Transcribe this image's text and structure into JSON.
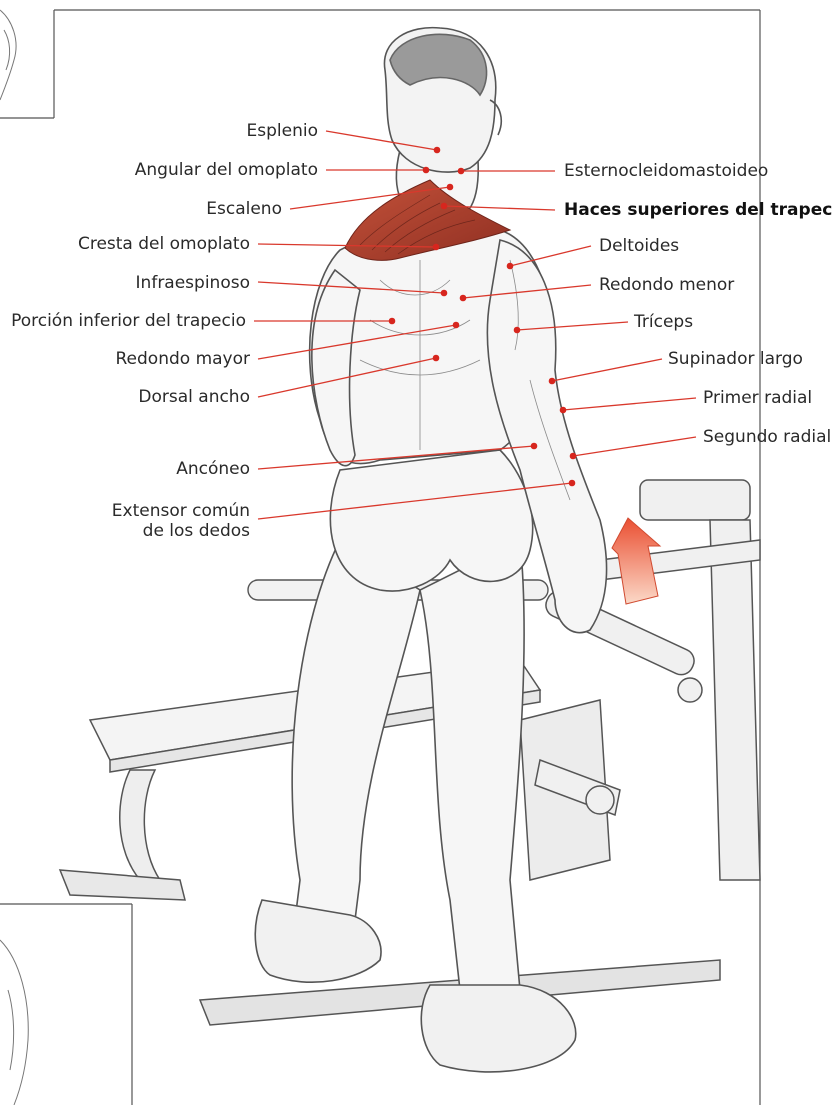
{
  "labels": {
    "esplenio": "Esplenio",
    "angular": "Angular del omoplato",
    "escaleno": "Escaleno",
    "cresta": "Cresta del omoplato",
    "infraespinoso": "Infraespinoso",
    "porcion": "Porción inferior del trapecio",
    "redondo_mayor": "Redondo mayor",
    "dorsal": "Dorsal ancho",
    "anconeo": "Ancóneo",
    "extensor_1": "Extensor común",
    "extensor_2": "de los dedos",
    "esterno": "Esternocleidomastoideo",
    "haces": "Haces superiores del trapecio",
    "deltoides": "Deltoides",
    "redondo_menor": "Redondo menor",
    "triceps": "Tríceps",
    "supinador": "Supinador largo",
    "primer_radial": "Primer radial",
    "segundo_radial": "Segundo radial"
  },
  "colors": {
    "leader": "#d9382c",
    "marker": "#d7261e",
    "highlight_muscle": "#b8432f",
    "arrow": "#e9583c",
    "ink": "#4a4a4a"
  }
}
